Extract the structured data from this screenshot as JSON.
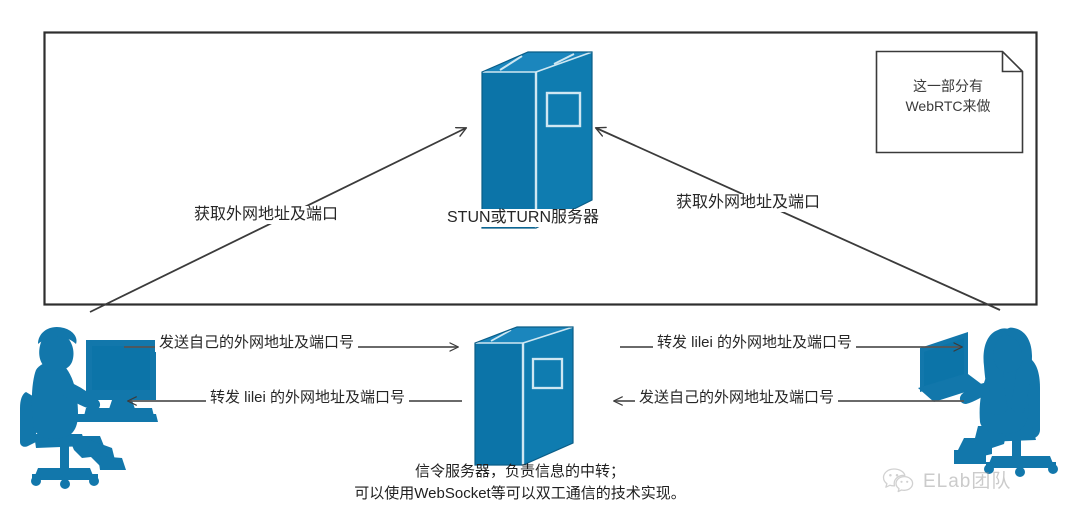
{
  "diagram": {
    "title": "WebRTC NAT traversal and signaling diagram",
    "colors": {
      "device_blue": "#0c74a8",
      "device_blue_dark": "#0a628e",
      "device_blue_light": "#1b86bd",
      "line": "#3b3b3b",
      "box_border": "#2e2e2e",
      "text": "#262626"
    }
  },
  "note": {
    "name": "webrtc-note",
    "text": "这一部分有\nWebRTC来做"
  },
  "nodes": {
    "stun_server": {
      "label": "STUN或TURN服务器",
      "icon": "server-icon"
    },
    "signal_server": {
      "caption": "信令服务器，负责信息的中转；\n可以使用WebSocket等可以双工通信的技术实现。",
      "icon": "server-icon"
    },
    "left_peer": {
      "icon": "desktop-user-icon"
    },
    "right_peer": {
      "icon": "laptop-user-icon"
    }
  },
  "arrows": {
    "left_to_stun": {
      "label": "获取外网地址及端口",
      "direction": "up-right"
    },
    "right_to_stun": {
      "label": "获取外网地址及端口",
      "direction": "up-left"
    },
    "left_to_signal": {
      "label": "发送自己的外网地址及端口号",
      "direction": "right"
    },
    "signal_to_right": {
      "label": "转发 lilei 的外网地址及端口号",
      "direction": "right"
    },
    "signal_to_left": {
      "label": "转发 lilei 的外网地址及端口号",
      "direction": "left"
    },
    "right_to_signal": {
      "label": "发送自己的外网地址及端口号",
      "direction": "left"
    }
  },
  "watermark": {
    "text": "ELab团队",
    "icon": "wechat-icon"
  }
}
